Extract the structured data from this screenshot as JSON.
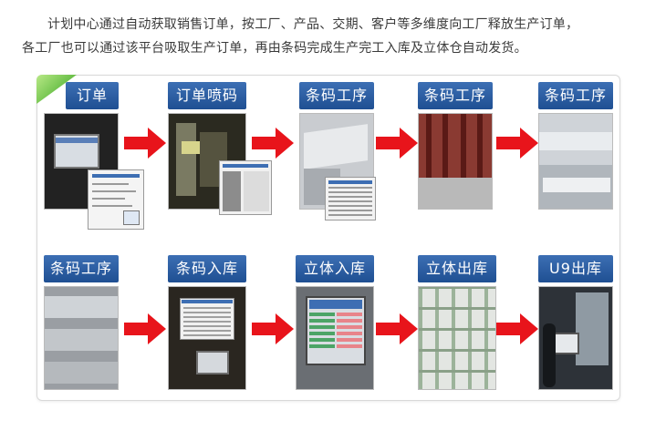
{
  "intro": {
    "line1": "计划中心通过自动获取销售订单，按工厂、产品、交期、客户等多维度向工厂释放生产订单，",
    "line2": "各工厂也可以通过该平台吸取生产订单，再由条码完成生产完工入库及立体仓自动发货。"
  },
  "steps": [
    {
      "label": "订单"
    },
    {
      "label": "订单喷码"
    },
    {
      "label": "条码工序"
    },
    {
      "label": "条码工序"
    },
    {
      "label": "条码工序"
    },
    {
      "label": "条码工序"
    },
    {
      "label": "条码入库"
    },
    {
      "label": "立体入库"
    },
    {
      "label": "立体出库"
    },
    {
      "label": "U9出库"
    }
  ],
  "colors": {
    "label_bg": "#2a5ba0",
    "arrow": "#e8141b",
    "ribbon": "#6cc04a"
  }
}
